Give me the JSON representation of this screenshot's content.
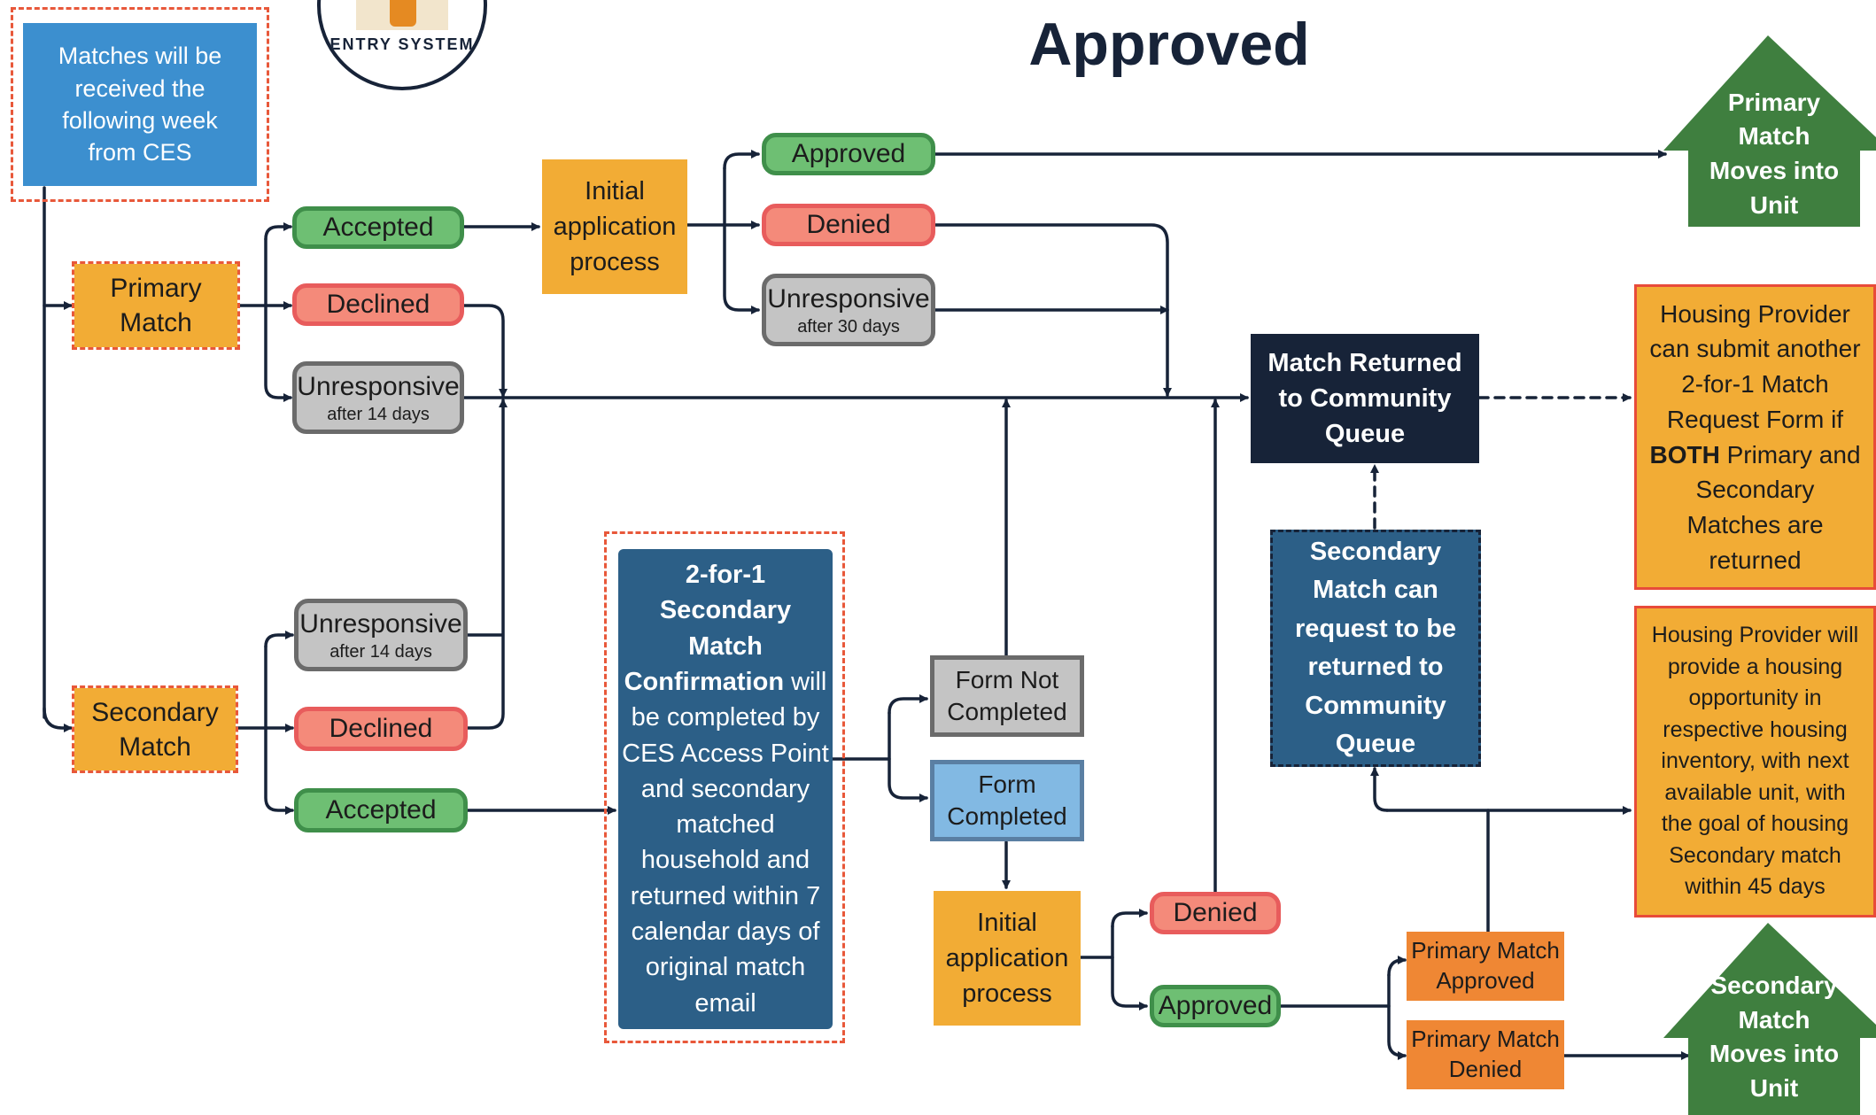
{
  "title": "Approved",
  "logo_text": "ENTRY SYSTEM",
  "colors": {
    "navy": "#172338",
    "green": "#6ebf73",
    "red": "#f48a7a",
    "orange": "#f2ac35",
    "blue": "#3c8fcf",
    "steel": "#2c5f87",
    "house": "#3f7f3f"
  },
  "nodes": {
    "weekly": "Matches will be\nreceived the\nfollowing week\nfrom CES",
    "primary_match": "Primary\nMatch",
    "secondary_match": "Secondary\nMatch",
    "p_accepted": "Accepted",
    "p_declined": "Declined",
    "p_unresponsive": "Unresponsive",
    "p_unresponsive_sub": "after 14 days",
    "s_unresponsive": "Unresponsive",
    "s_unresponsive_sub": "after 14 days",
    "s_declined": "Declined",
    "s_accepted": "Accepted",
    "init_app_1": "Initial\napplication\nprocess",
    "approved_1": "Approved",
    "denied_1": "Denied",
    "unresponsive_30": "Unresponsive",
    "unresponsive_30_sub": "after 30 days",
    "returned_queue": "Match Returned\nto Community\nQueue",
    "provider_submit_a": "Housing Provider\ncan submit another\n2-for-1 Match\nRequest Form if",
    "provider_submit_bold": "BOTH",
    "provider_submit_b": " Primary and\nSecondary\nMatches are\nreturned",
    "provider_provide": "Housing Provider will\nprovide a housing\nopportunity in\nrespective housing\ninventory, with next\navailable unit, with\nthe goal of housing\nSecondary match\nwithin 45 days",
    "secondary_request": "Secondary\nMatch can\nrequest to be\nreturned to\nCommunity\nQueue",
    "confirmation_bold": "2-for-1\nSecondary\nMatch\nConfirmation",
    "confirmation_rest": " will\nbe completed by\nCES Access Point\nand secondary\nmatched\nhousehold and\nreturned within 7\ncalendar days of\noriginal match\nemail",
    "form_not_completed": "Form Not\nCompleted",
    "form_completed": "Form\nCompleted",
    "init_app_2": "Initial\napplication\nprocess",
    "denied_2": "Denied",
    "approved_2": "Approved",
    "pm_approved": "Primary Match\nApproved",
    "pm_denied": "Primary Match\nDenied",
    "house_primary": "Primary\nMatch\nMoves into\nUnit",
    "house_secondary": "Secondary\nMatch\nMoves into\nUnit"
  }
}
